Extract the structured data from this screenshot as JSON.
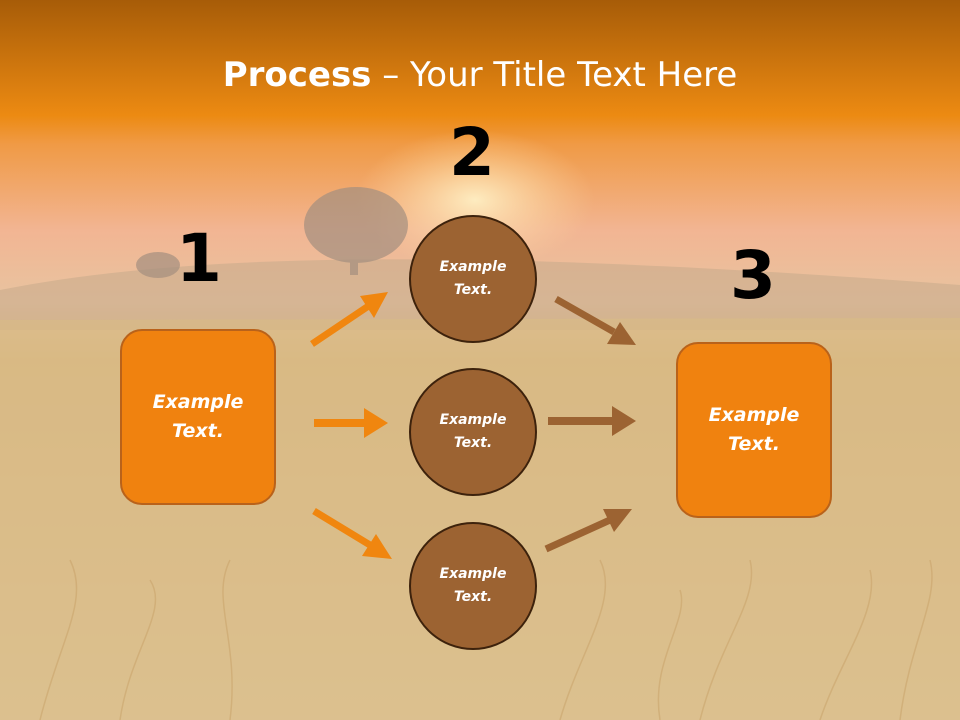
{
  "title": {
    "bold": "Process",
    "rest": " – Your Title Text Here"
  },
  "steps": {
    "one": "1",
    "two": "2",
    "three": "3"
  },
  "left_box": "Example Text.",
  "circles": [
    "Example Text.",
    "Example Text.",
    "Example Text."
  ],
  "right_box": "Example Text.",
  "colors": {
    "orange": "#f0820f",
    "brown": "#9c6332"
  }
}
